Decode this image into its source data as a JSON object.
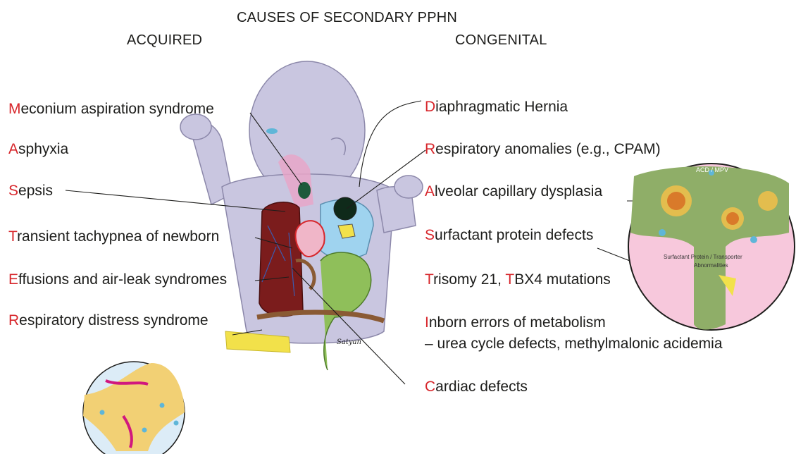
{
  "title": "CAUSES OF SECONDARY PPHN",
  "left_header": "ACQUIRED",
  "right_header": "CONGENITAL",
  "acquired": [
    {
      "cap": "M",
      "rest": "econium aspiration syndrome"
    },
    {
      "cap": "A",
      "rest": "sphyxia"
    },
    {
      "cap": "S",
      "rest": "epsis"
    },
    {
      "cap": "T",
      "rest": "ransient tachypnea of newborn"
    },
    {
      "cap": "E",
      "rest": "ffusions and air-leak syndromes"
    },
    {
      "cap": "R",
      "rest": "espiratory distress syndrome"
    }
  ],
  "congenital": [
    {
      "cap": "D",
      "rest": "iaphragmatic Hernia"
    },
    {
      "cap": "R",
      "rest": "espiratory anomalies (e.g., CPAM)"
    },
    {
      "cap": "A",
      "rest": "lveolar capillary dysplasia"
    },
    {
      "cap": "S",
      "rest": "urfactant protein defects"
    },
    {
      "cap": "T",
      "rest": "risomy 21, ",
      "cap2": "T",
      "rest2": "BX4 mutations"
    },
    {
      "cap": "I",
      "rest": "nborn errors of metabolism"
    },
    {
      "cap": "C",
      "rest": "ardiac defects"
    }
  ],
  "metabolism_sub": "– urea cycle defects, methylmalonic acidemia",
  "inset_acd_label": "ACD / MPV",
  "inset_surfactant_label_1": "Surfactant Protein / Transporter",
  "inset_surfactant_label_2": "Abnormalities",
  "signature": "Satyan",
  "colors": {
    "accent_red": "#d7262b",
    "baby": "#c9c6e0",
    "lung": "#7b1c1c",
    "heart_side": "#9fd3ef",
    "gut": "#8fbf5a"
  }
}
